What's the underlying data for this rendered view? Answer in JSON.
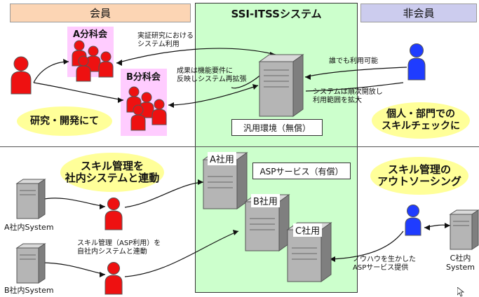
{
  "header": {
    "member": "会員",
    "system": "SSI-ITSSシステム",
    "non_member": "非会員"
  },
  "colors": {
    "member_header": "#fcd5b4",
    "system_panel": "#ccffcc",
    "non_member_header": "#ccccee",
    "subcommittee": "#ffccff",
    "bubble": "#ffff99",
    "person_red": "#ee1111",
    "person_blue": "#1f3cff"
  },
  "subcommittees": {
    "a": "A分科会",
    "b": "B分科会"
  },
  "notes": {
    "demo_use": "実証研究における\nシステム利用",
    "reflect_results": "成果は機能要件に\n反映しシステム再拡張",
    "anyone": "誰でも利用可能",
    "gradual_open": "システムは順次開放し\n利用範囲を拡大",
    "asp_link": "スキル管理（ASP利用）を\n自社内システムと連動",
    "knowhow": "ノウハウを生かした\nASPサービス提供"
  },
  "bubbles": {
    "research": "研究・開発にて",
    "personal": "個人・部門での\nスキルチェックに",
    "link_internal": "スキル管理を\n社内システムと連動",
    "outsourcing": "スキル管理の\nアウトソーシング"
  },
  "boxes": {
    "general_env": "汎用環境（無償）",
    "asp_service": "ASPサービス（有償）"
  },
  "servers": {
    "a_use": "A社用",
    "b_use": "B社用",
    "c_use": "C社用",
    "a_internal": "A社内System",
    "b_internal": "B社内System",
    "c_internal": "C社内\nSystem"
  }
}
